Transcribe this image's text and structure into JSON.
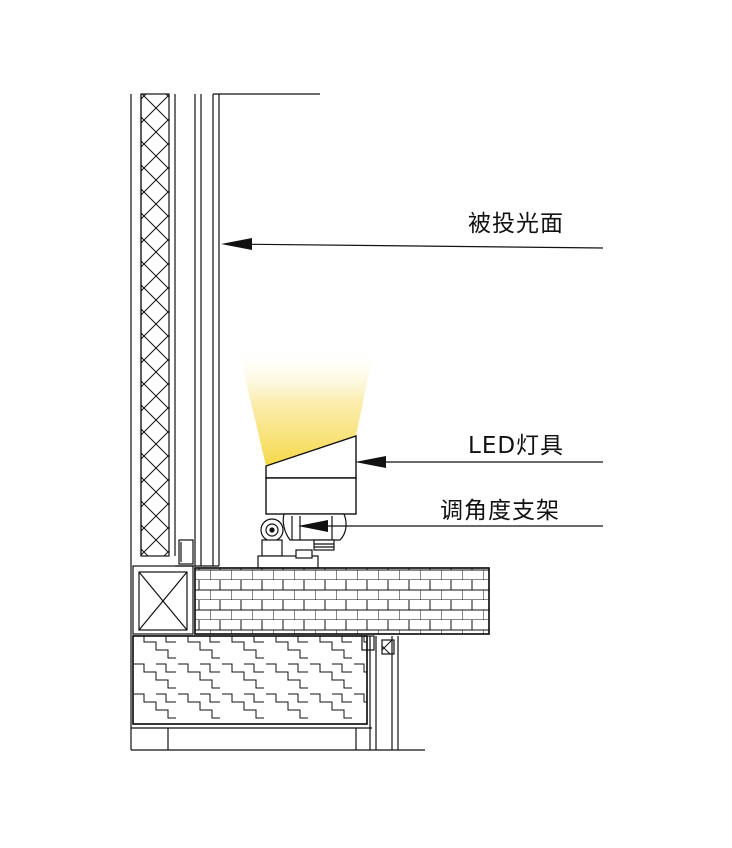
{
  "labels": {
    "illuminated_surface": "被投光面",
    "led_fixture": "LED灯具",
    "angle_bracket": "调角度支架"
  },
  "colors": {
    "line": "#111111",
    "beam_core": "#f5d63c",
    "background": "#ffffff"
  }
}
